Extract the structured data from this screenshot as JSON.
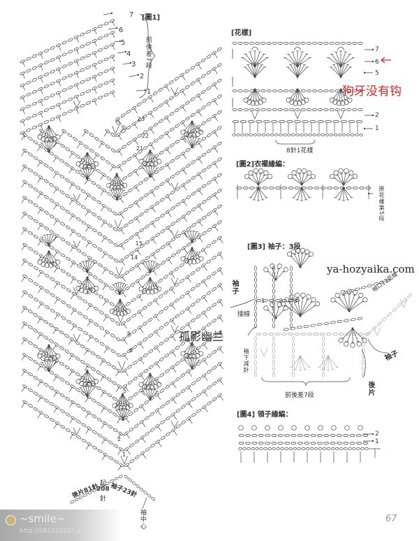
{
  "fig1": {
    "title": "[圖1]",
    "side_note": "前後差7段",
    "row_labels": [
      "1",
      "2",
      "3",
      "4",
      "5",
      "6",
      "7"
    ],
    "center_numbers": [
      "23",
      "22",
      "21",
      "15",
      "14",
      "9",
      "8",
      "5",
      "2",
      "1"
    ],
    "bottom_back": "後片81針",
    "bottom_start_1": "起",
    "bottom_start_2": "208",
    "bottom_start_3": "針",
    "bottom_sleeve": "袖子23針",
    "sleeve_center": "袖中心"
  },
  "overlay_name": "孤影幽兰",
  "pattern": {
    "title": "[花樣]",
    "row_labels": [
      "7",
      "6",
      "5",
      "2",
      "1"
    ],
    "repeat_note": "8針1花樣",
    "annotation": "狗牙没有钩"
  },
  "fig2": {
    "title": "[圖2]衣襬緣編：",
    "side_note": "原花樣第5段"
  },
  "fig3": {
    "title": "[圖3] 袖子：3段",
    "sleeve_label": "袖子",
    "join_label": "接線",
    "decrease_label": "袖下減針",
    "diff_label": "前後差7段",
    "cuff_label": "袖口13花樣",
    "sleeve_label_2": "袖子",
    "back_label": "後片",
    "chain_numbers": [
      "1",
      "2",
      "3"
    ]
  },
  "watermark_site": "ya-hozyaika.com",
  "fig4": {
    "title": "[圖4] 領子緣編：",
    "row_labels": [
      "2",
      "1"
    ]
  },
  "page_number": "67",
  "corner_watermark": {
    "name": "~smile~",
    "url": "http://281333287.q"
  }
}
